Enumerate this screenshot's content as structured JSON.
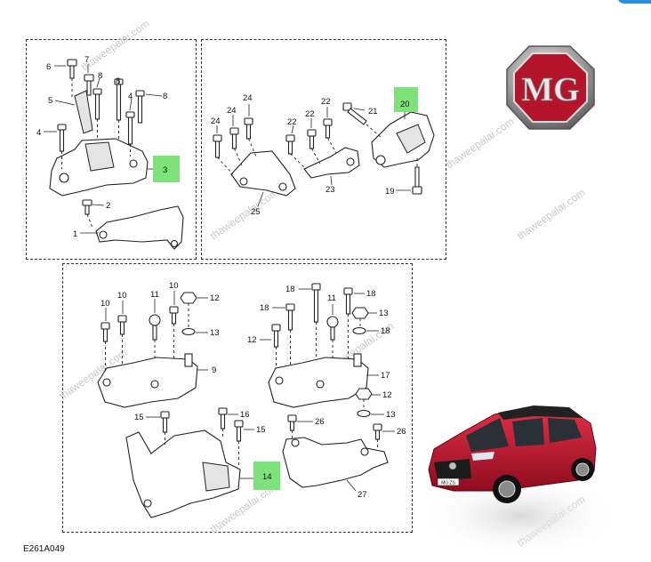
{
  "diagram": {
    "reference_code": "E261A049",
    "watermark": "thaweepalai.com",
    "brand": "MG",
    "car_badge": "MG ZS",
    "highlighted_callouts": [
      "3",
      "20",
      "14"
    ],
    "panels": {
      "top_left": {
        "callouts": [
          "6",
          "7",
          "8",
          "8",
          "8",
          "5",
          "4",
          "4",
          "3",
          "2",
          "1"
        ]
      },
      "top_right": {
        "callouts": [
          "24",
          "24",
          "24",
          "22",
          "22",
          "22",
          "21",
          "20",
          "25",
          "23",
          "19"
        ]
      },
      "bottom": {
        "callouts": [
          "10",
          "10",
          "11",
          "10",
          "12",
          "13",
          "9",
          "15",
          "16",
          "15",
          "14",
          "18",
          "18",
          "11",
          "18",
          "12",
          "13",
          "18",
          "17",
          "12",
          "13",
          "26",
          "26",
          "27"
        ]
      }
    }
  },
  "colors": {
    "highlight": "#7ee27a",
    "brand_red": "#c8102e",
    "chrome": "#9a9a9a",
    "car_body": "#c2122b",
    "frame": "#333333"
  }
}
